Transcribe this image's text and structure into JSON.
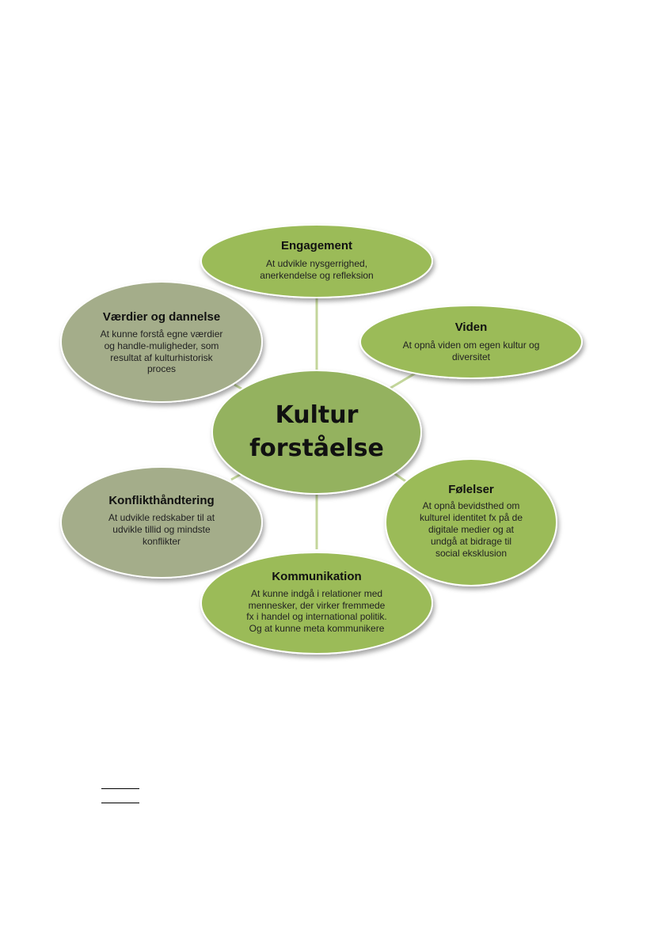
{
  "diagram": {
    "center": {
      "line1": "Kultur",
      "line2": "forståelse",
      "fill": "#94b25f"
    },
    "colors": {
      "green": "#9bbb59",
      "gray": "#a4ad8a",
      "connector": "#c3d69b",
      "border": "#ffffff"
    },
    "nodes": {
      "engagement": {
        "title": "Engagement",
        "lines": [
          "At udvikle nysgerrighed,",
          "anerkendelse og refleksion"
        ]
      },
      "vaerdier": {
        "title": "Værdier og dannelse",
        "lines": [
          "At kunne forstå egne værdier",
          "og handle-muligheder, som",
          "resultat af kulturhistorisk",
          "proces"
        ]
      },
      "viden": {
        "title": "Viden",
        "lines": [
          "At opnå viden om egen kultur og",
          "diversitet"
        ]
      },
      "konflikt": {
        "title": "Konflikthåndtering",
        "lines": [
          "At udvikle redskaber til at",
          "udvikle tillid og mindste",
          "konflikter"
        ]
      },
      "foelelser": {
        "title": "Følelser",
        "lines": [
          "At opnå bevidsthed om",
          "kulturel identitet fx på de",
          "digitale medier og at",
          "undgå at bidrage til",
          "social eksklusion"
        ]
      },
      "kommunikation": {
        "title": "Kommunikation",
        "lines": [
          "At kunne indgå i relationer med",
          "mennesker, der virker fremmede",
          "fx  i handel og international politik.",
          "Og at kunne meta kommunikere"
        ]
      }
    }
  }
}
